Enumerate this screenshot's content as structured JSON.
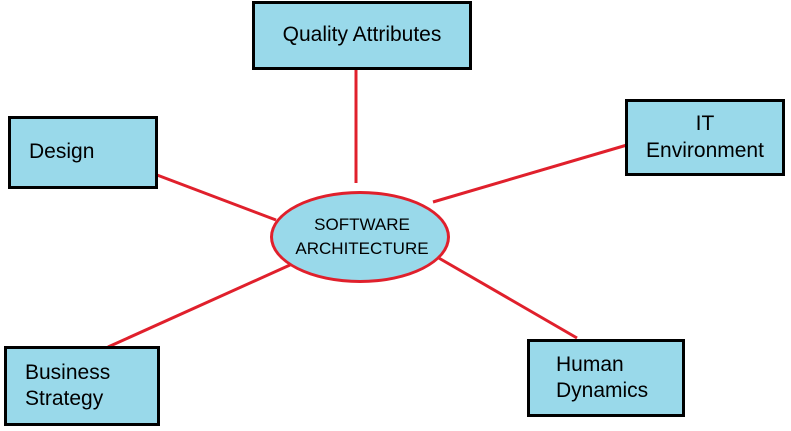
{
  "center": {
    "label": "SOFTWARE\nARCHITECTURE"
  },
  "nodes": {
    "quality_attributes": "Quality Attributes",
    "design": "Design",
    "it_environment": "IT\nEnvironment",
    "business_strategy": "Business\nStrategy",
    "human_dynamics": "Human\nDynamics"
  },
  "colors": {
    "node_fill": "#99d9ea",
    "node_border": "#000000",
    "connector": "#e0202c"
  }
}
